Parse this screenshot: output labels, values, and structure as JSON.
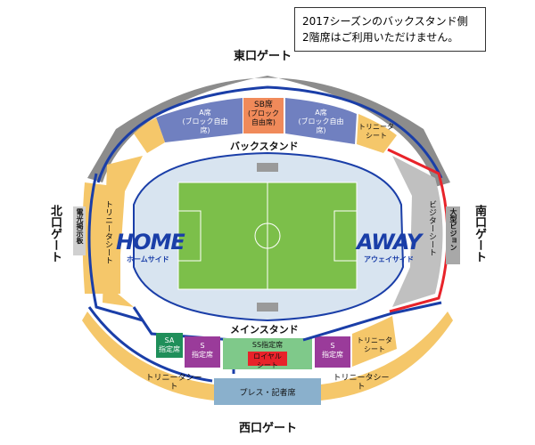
{
  "notice": {
    "line1": "2017シーズンのバックスタンド側",
    "line2": "2階席はご利用いただけません。"
  },
  "gates": {
    "east": "東口ゲート",
    "west": "西口ゲート",
    "north": "北口ゲート",
    "south": "南口ゲート"
  },
  "stands": {
    "back": "バックスタンド",
    "main": "メインスタンド"
  },
  "teams": {
    "home": "HOME",
    "home_sub": "ホームサイド",
    "away": "AWAY",
    "away_sub": "アウェイサイド"
  },
  "signs": {
    "scoreboard_left": "電光掲示板",
    "scoreboard_right": "大型ビジョン"
  },
  "sections": {
    "a_left": {
      "name": "A席",
      "sub": "(ブロック自由席)"
    },
    "sb": {
      "name": "SB席",
      "sub1": "(ブロック",
      "sub2": "自由席)"
    },
    "a_right": {
      "name": "A席",
      "sub": "(ブロック自由席)"
    },
    "trinita_back": {
      "line1": "トリニータ",
      "line2": "シート"
    },
    "trinita_north": "トリニータシート",
    "visitor": "ビジターシート",
    "sa": {
      "name": "SA",
      "sub": "指定席"
    },
    "s_left": {
      "name": "S",
      "sub": "指定席"
    },
    "ss": "SS指定席",
    "royal": {
      "line1": "ロイヤル",
      "line2": "シート"
    },
    "s_right": {
      "name": "S",
      "sub": "指定席"
    },
    "trinita_main": {
      "line1": "トリニータ",
      "line2": "シート"
    },
    "trinita_lower_left": "トリニータシート",
    "press": "プレス・記者席",
    "trinita_lower_right": "トリニータシート"
  },
  "colors": {
    "home_blue": "#1a3ea8",
    "away_red": "#e8232a",
    "trinita_yellow": "#f5c76a",
    "a_seat": "#7080c0",
    "sb_seat": "#f08a5a",
    "closed_gray": "#8c8c8c",
    "pitch_green": "#7cbf4a"
  }
}
